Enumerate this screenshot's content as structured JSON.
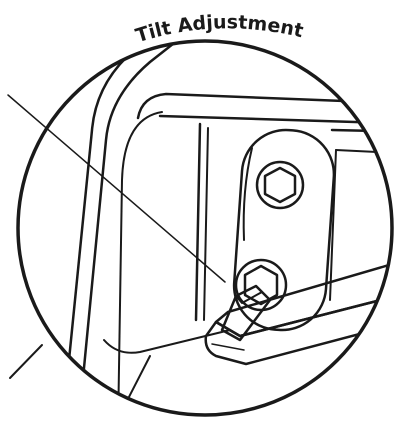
{
  "title": "Tilt Adjustment",
  "colors": {
    "ink": "#1a1a1a",
    "wrench": "#8a8a8a",
    "wrench_dark": "#5a5a5a",
    "bolt": "#a6a6a6",
    "background": "#ffffff"
  },
  "icons": [
    "magnifier-callout-circle",
    "hex-bolt-icon",
    "hex-key-wrench"
  ]
}
